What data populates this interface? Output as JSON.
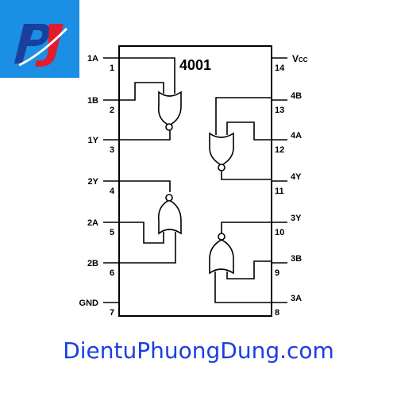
{
  "logo": {
    "bg_color": "#1b8fe3",
    "mark_primary": "#1b3f9c",
    "mark_accent": "#e11d2d",
    "mark_letters": "PJ"
  },
  "chip": {
    "part_number": "4001",
    "vcc_main": "V",
    "vcc_sub": "CC",
    "pins_left": [
      {
        "num": "1",
        "label": "1A"
      },
      {
        "num": "2",
        "label": "1B"
      },
      {
        "num": "3",
        "label": "1Y"
      },
      {
        "num": "4",
        "label": "2Y"
      },
      {
        "num": "5",
        "label": "2A"
      },
      {
        "num": "6",
        "label": "2B"
      },
      {
        "num": "7",
        "label": "GND"
      }
    ],
    "pins_right": [
      {
        "num": "14",
        "label": ""
      },
      {
        "num": "13",
        "label": "4B"
      },
      {
        "num": "12",
        "label": "4A"
      },
      {
        "num": "11",
        "label": "4Y"
      },
      {
        "num": "10",
        "label": "3Y"
      },
      {
        "num": "9",
        "label": "3B"
      },
      {
        "num": "8",
        "label": "3A"
      }
    ]
  },
  "footer": {
    "site": "DientuPhuongDung.com",
    "color": "#1a3fe0"
  }
}
